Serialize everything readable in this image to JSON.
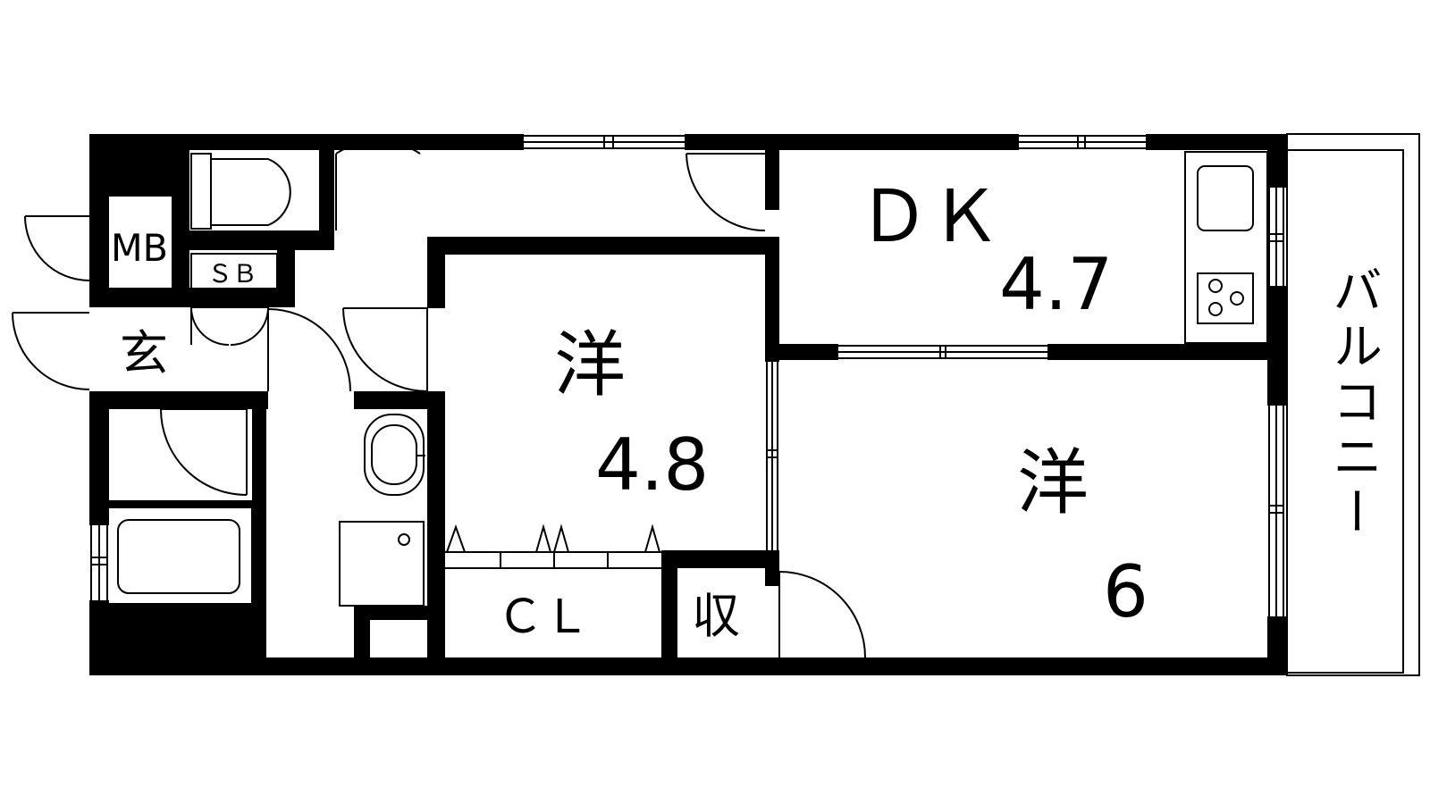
{
  "labels": {
    "dk": "ＤＫ",
    "dk_size": "4.7",
    "western1": "洋",
    "western1_size": "4.8",
    "western2": "洋",
    "western2_size": "6",
    "closet": "ＣＬ",
    "storage": "収",
    "entrance": "玄",
    "meter_box": "MB",
    "shoe_box": "ＳＢ",
    "balcony": "バルコニー"
  }
}
